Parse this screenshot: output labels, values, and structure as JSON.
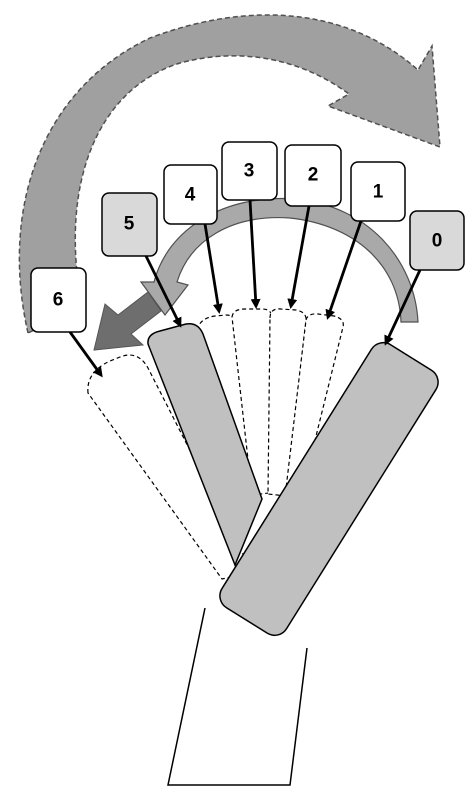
{
  "colors": {
    "background": "#ffffff",
    "stroke": "#000000",
    "solid_fill": "#c0c0c0",
    "big_arrow_fill": "#a0a0a0",
    "small_arc_fill": "#a9a9a9",
    "dark_arrow_fill": "#6e6e6e",
    "highlight_label_fill": "#d9d9d9",
    "label_fill": "#ffffff"
  },
  "labels": [
    {
      "id": "0",
      "text": "0",
      "highlighted": true
    },
    {
      "id": "1",
      "text": "1",
      "highlighted": false
    },
    {
      "id": "2",
      "text": "2",
      "highlighted": false
    },
    {
      "id": "3",
      "text": "3",
      "highlighted": false
    },
    {
      "id": "4",
      "text": "4",
      "highlighted": false
    },
    {
      "id": "5",
      "text": "5",
      "highlighted": true
    },
    {
      "id": "6",
      "text": "6",
      "highlighted": false
    }
  ]
}
